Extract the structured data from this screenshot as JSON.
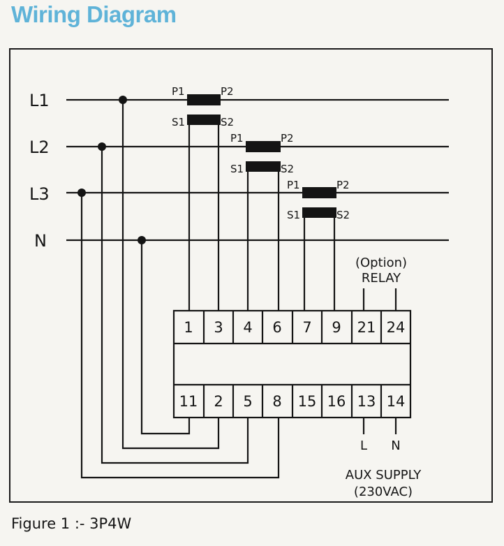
{
  "title": "Wiring Diagram",
  "caption": "Figure 1 :- 3P4W",
  "lines": {
    "l1": "L1",
    "l2": "L2",
    "l3": "L3",
    "n": "N"
  },
  "ct": {
    "p1": "P1",
    "p2": "P2",
    "s1": "S1",
    "s2": "S2"
  },
  "terminals_top": [
    "1",
    "3",
    "4",
    "6",
    "7",
    "9",
    "21",
    "24"
  ],
  "terminals_bottom": [
    "11",
    "2",
    "5",
    "8",
    "15",
    "16",
    "13",
    "14"
  ],
  "relay": {
    "option": "(Option)",
    "label": "RELAY"
  },
  "aux": {
    "l": "L",
    "n": "N",
    "label": "AUX SUPPLY",
    "voltage": "(230VAC)"
  }
}
